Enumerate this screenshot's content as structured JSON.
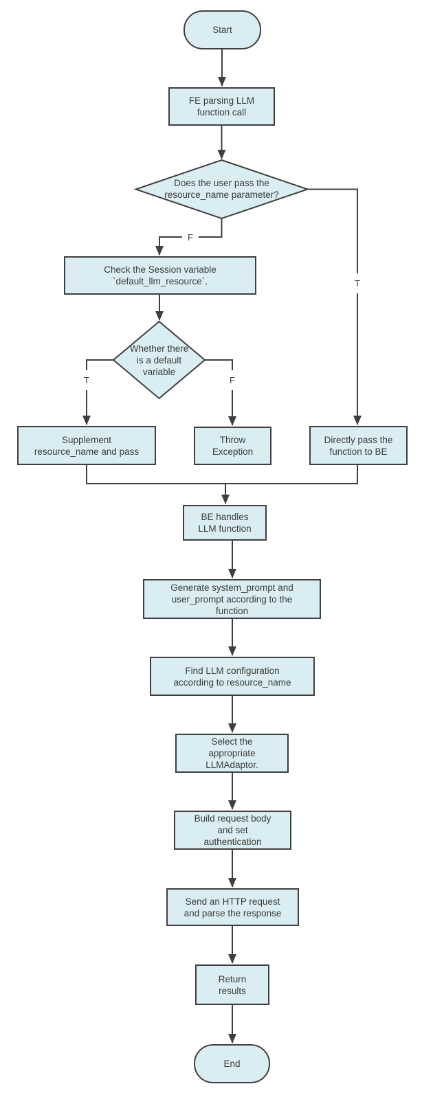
{
  "colors": {
    "node_fill": "#d9edf3",
    "node_border": "#3f3f3f",
    "connector": "#3f3f3f",
    "text": "#3a3d38",
    "background": "#ffffff"
  },
  "nodes": {
    "start": {
      "type": "terminator",
      "label": "Start"
    },
    "fe_parse": {
      "type": "process",
      "label": "FE parsing LLM\nfunction call"
    },
    "d1": {
      "type": "decision",
      "label": "Does the user pass the\nresource_name parameter?"
    },
    "check_session": {
      "type": "process",
      "label": "Check the Session variable\n`default_llm_resource`."
    },
    "d2": {
      "type": "decision",
      "label": "Whether there\nis a default\nvariable"
    },
    "supplement": {
      "type": "process",
      "label": "Supplement\nresource_name and pass"
    },
    "throw_exception": {
      "type": "process",
      "label": "Throw\nException"
    },
    "direct_pass": {
      "type": "process",
      "label": "Directly pass the\nfunction to BE"
    },
    "be_handles": {
      "type": "process",
      "label": "BE handles\nLLM function"
    },
    "generate_prompts": {
      "type": "process",
      "label": "Generate system_prompt and\nuser_prompt according to the\nfunction"
    },
    "find_config": {
      "type": "process",
      "label": "Find LLM configuration\naccording to resource_name"
    },
    "select_adaptor": {
      "type": "process",
      "label": "Select the\nappropriate\nLLMAdaptor."
    },
    "build_request": {
      "type": "process",
      "label": "Build request body\nand set\nauthentication"
    },
    "send_http": {
      "type": "process",
      "label": "Send an HTTP request\nand parse the response"
    },
    "return_results": {
      "type": "process",
      "label": "Return\nresults"
    },
    "end": {
      "type": "terminator",
      "label": "End"
    }
  },
  "edge_labels": {
    "d1_false": "F",
    "d1_true": "T",
    "d2_true": "T",
    "d2_false": "F"
  },
  "edges": [
    {
      "from": "start",
      "to": "fe_parse",
      "label": ""
    },
    {
      "from": "fe_parse",
      "to": "d1",
      "label": ""
    },
    {
      "from": "d1",
      "to": "check_session",
      "label": "F"
    },
    {
      "from": "d1",
      "to": "direct_pass",
      "label": "T"
    },
    {
      "from": "check_session",
      "to": "d2",
      "label": ""
    },
    {
      "from": "d2",
      "to": "supplement",
      "label": "T"
    },
    {
      "from": "d2",
      "to": "throw_exception",
      "label": "F"
    },
    {
      "from": "supplement",
      "to": "be_handles",
      "label": ""
    },
    {
      "from": "direct_pass",
      "to": "be_handles",
      "label": ""
    },
    {
      "from": "be_handles",
      "to": "generate_prompts",
      "label": ""
    },
    {
      "from": "generate_prompts",
      "to": "find_config",
      "label": ""
    },
    {
      "from": "find_config",
      "to": "select_adaptor",
      "label": ""
    },
    {
      "from": "select_adaptor",
      "to": "build_request",
      "label": ""
    },
    {
      "from": "build_request",
      "to": "send_http",
      "label": ""
    },
    {
      "from": "send_http",
      "to": "return_results",
      "label": ""
    },
    {
      "from": "return_results",
      "to": "end",
      "label": ""
    }
  ]
}
